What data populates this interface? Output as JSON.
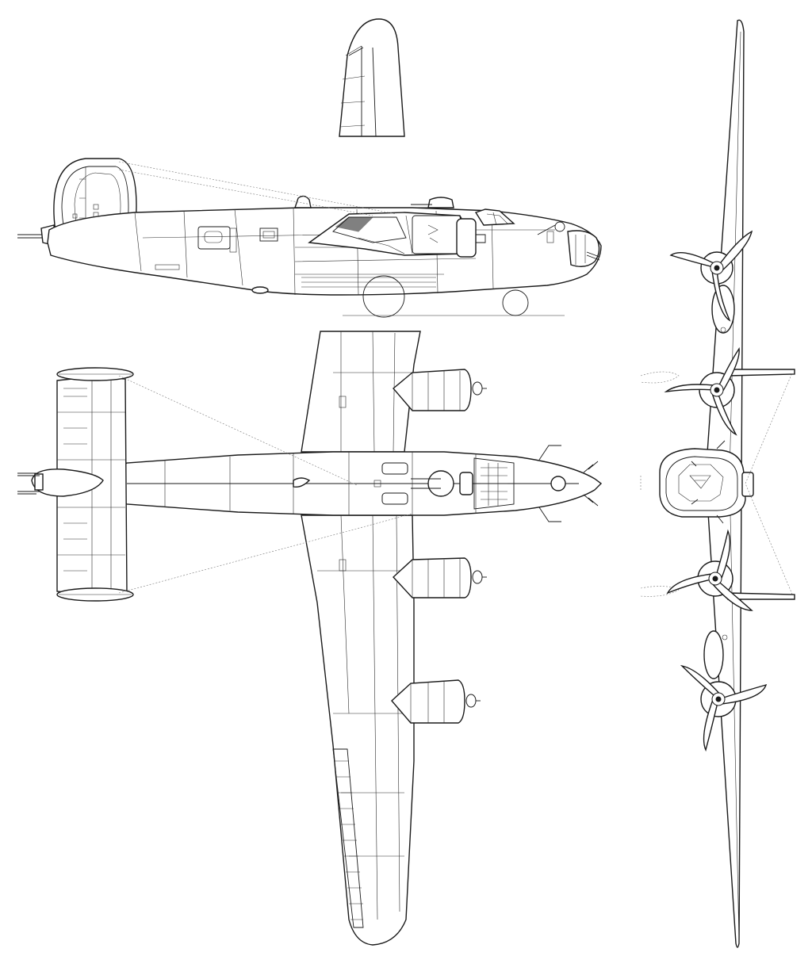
{
  "drawing": {
    "views": [
      "side-view",
      "top-view",
      "front-view"
    ],
    "colors": {
      "line": "#1a1a1a",
      "guide": "#777777",
      "background": "#ffffff"
    }
  }
}
